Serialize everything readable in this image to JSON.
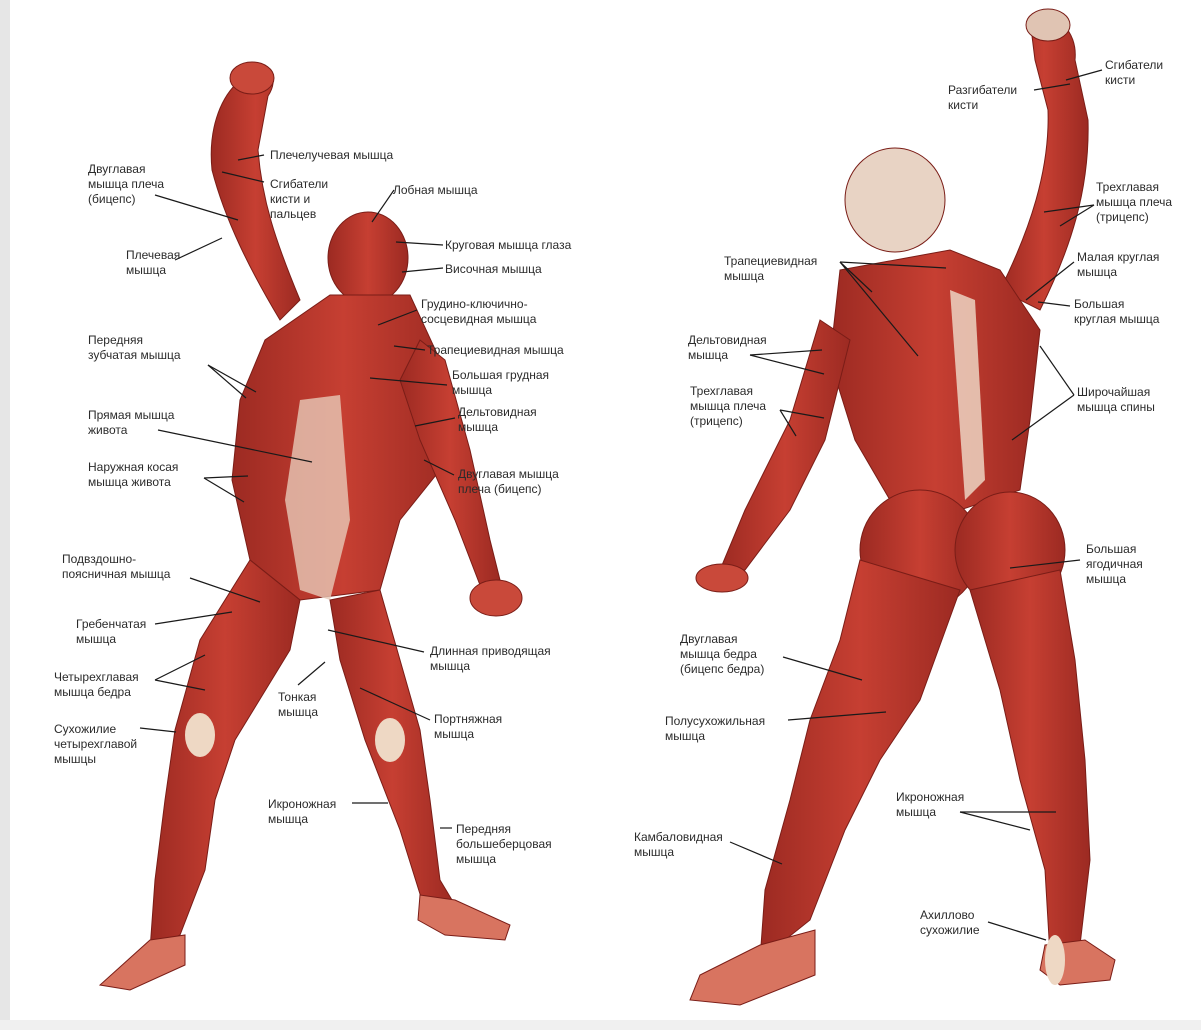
{
  "colors": {
    "muscle": "#b8342a",
    "muscle_dark": "#8f231c",
    "muscle_light": "#d9614f",
    "tendon": "#efd9c4",
    "label_text": "#2b2b2b",
    "leader_line": "#1a1a1a"
  },
  "front": {
    "labels": [
      {
        "id": "brachioradialis",
        "text": "Плечелучевая мышца"
      },
      {
        "id": "biceps-upper",
        "text": "Двуглавая\nмышца плеча\n(бицепс)"
      },
      {
        "id": "wrist-flexors",
        "text": "Сгибатели\nкисти и\nпальцев"
      },
      {
        "id": "frontalis",
        "text": "Лобная мышца"
      },
      {
        "id": "brachialis",
        "text": "Плечевая\nмышца"
      },
      {
        "id": "orbicularis",
        "text": "Круговая мышца глаза"
      },
      {
        "id": "temporalis",
        "text": "Височная мышца"
      },
      {
        "id": "sternocleido",
        "text": "Грудино-ключично-\nсосцевидная мышца"
      },
      {
        "id": "serratus",
        "text": "Передняя\nзубчатая мышца"
      },
      {
        "id": "trapezius-front",
        "text": "Трапециевидная мышца"
      },
      {
        "id": "pectoralis",
        "text": "Большая грудная\nмышца"
      },
      {
        "id": "deltoid-front",
        "text": "Дельтовидная\nмышца"
      },
      {
        "id": "rectus-abdominis",
        "text": "Прямая мышца\nживота"
      },
      {
        "id": "external-oblique",
        "text": "Наружная косая\nмышца живота"
      },
      {
        "id": "biceps-lower",
        "text": "Двуглавая мышца\nплеча (бицепс)"
      },
      {
        "id": "iliopsoas",
        "text": "Подвздошно-\nпоясничная мышца"
      },
      {
        "id": "pectineus",
        "text": "Гребенчатая\nмышца"
      },
      {
        "id": "adductor-longus",
        "text": "Длинная приводящая\nмышца"
      },
      {
        "id": "quadriceps",
        "text": "Четырехглавая\nмышца бедра"
      },
      {
        "id": "gracilis",
        "text": "Тонкая\nмышца"
      },
      {
        "id": "sartorius",
        "text": "Портняжная\nмышца"
      },
      {
        "id": "quad-tendon",
        "text": "Сухожилие\nчетырехглавой\nмышцы"
      },
      {
        "id": "gastrocnemius-front",
        "text": "Икроножная\nмышца"
      },
      {
        "id": "tibialis-anterior",
        "text": "Передняя\nбольшеберцовая\nмышца"
      }
    ]
  },
  "back": {
    "labels": [
      {
        "id": "wrist-flexors-back",
        "text": "Сгибатели\nкисти"
      },
      {
        "id": "wrist-extensors",
        "text": "Разгибатели\nкисти"
      },
      {
        "id": "triceps-upper",
        "text": "Трехглавая\nмышца плеча\n(трицепс)"
      },
      {
        "id": "trapezius-back",
        "text": "Трапециевидная\nмышца"
      },
      {
        "id": "teres-minor",
        "text": "Малая круглая\nмышца"
      },
      {
        "id": "teres-major",
        "text": "Большая\nкруглая мышца"
      },
      {
        "id": "deltoid-back",
        "text": "Дельтовидная\nмышца"
      },
      {
        "id": "latissimus",
        "text": "Широчайшая\nмышца спины"
      },
      {
        "id": "triceps-lower",
        "text": "Трехглавая\nмышца плеча\n(трицепс)"
      },
      {
        "id": "gluteus",
        "text": "Большая\nягодичная\nмышца"
      },
      {
        "id": "biceps-femoris",
        "text": "Двуглавая\nмышца бедра\n(бицепс бедра)"
      },
      {
        "id": "semitendinosus",
        "text": "Полусухожильная\nмышца"
      },
      {
        "id": "gastrocnemius-back",
        "text": "Икроножная\nмышца"
      },
      {
        "id": "soleus",
        "text": "Камбаловидная\nмышца"
      },
      {
        "id": "achilles",
        "text": "Ахиллово\nсухожилие"
      }
    ]
  }
}
